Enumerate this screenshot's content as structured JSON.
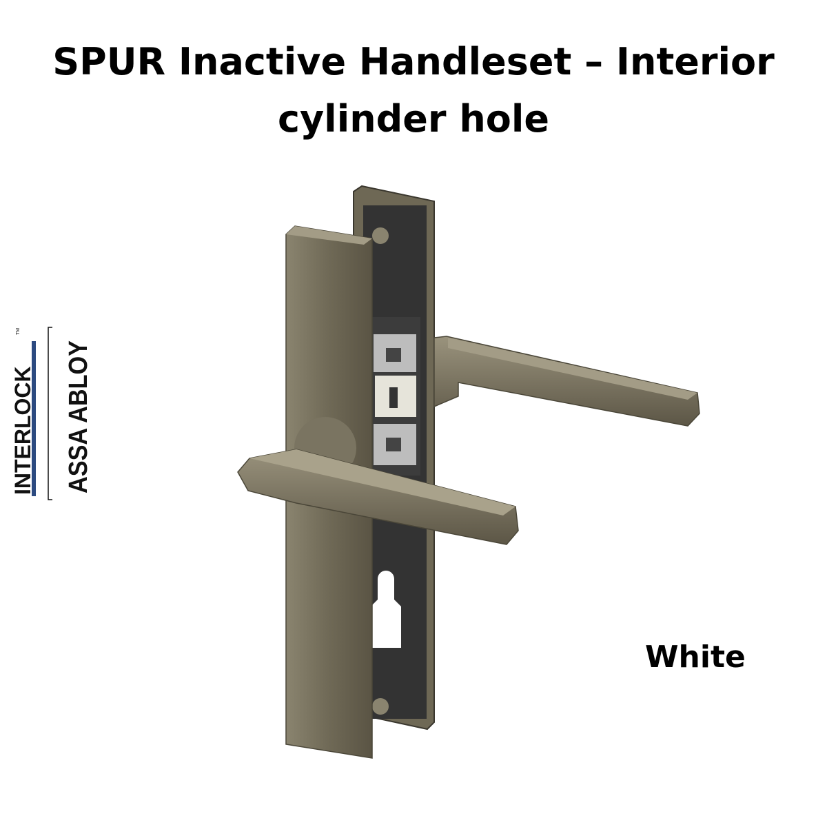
{
  "title": {
    "line1": "SPUR Inactive Handleset – Interior",
    "line2": "cylinder hole"
  },
  "color_label": "White",
  "logo": {
    "brand": "INTERLOCK",
    "tm": "TM",
    "parent": "ASSA ABLOY"
  },
  "colors": {
    "finish": "#6b6553",
    "finish_light": "#8d8672",
    "backplate": "#2f2f2f",
    "interlock_blue": "#1f3c70"
  }
}
